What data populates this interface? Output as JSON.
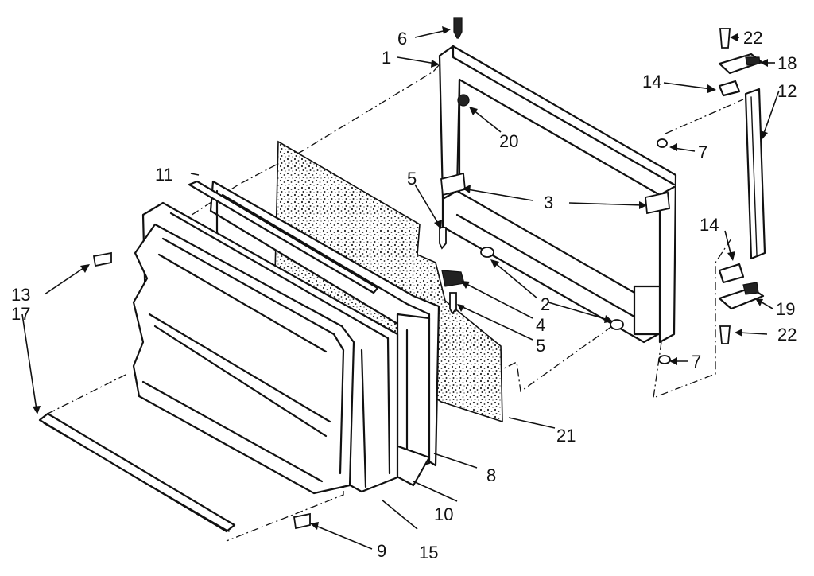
{
  "callouts": {
    "c1": "1",
    "c2": "2",
    "c3": "3",
    "c4": "4",
    "c5a": "5",
    "c5b": "5",
    "c6": "6",
    "c7a": "7",
    "c7b": "7",
    "c8": "8",
    "c9": "9",
    "c10": "10",
    "c11": "11",
    "c12": "12",
    "c13": "13",
    "c14a": "14",
    "c14b": "14",
    "c15": "15",
    "c17": "17",
    "c18": "18",
    "c19": "19",
    "c20": "20",
    "c21": "21",
    "c22a": "22",
    "c22b": "22"
  }
}
